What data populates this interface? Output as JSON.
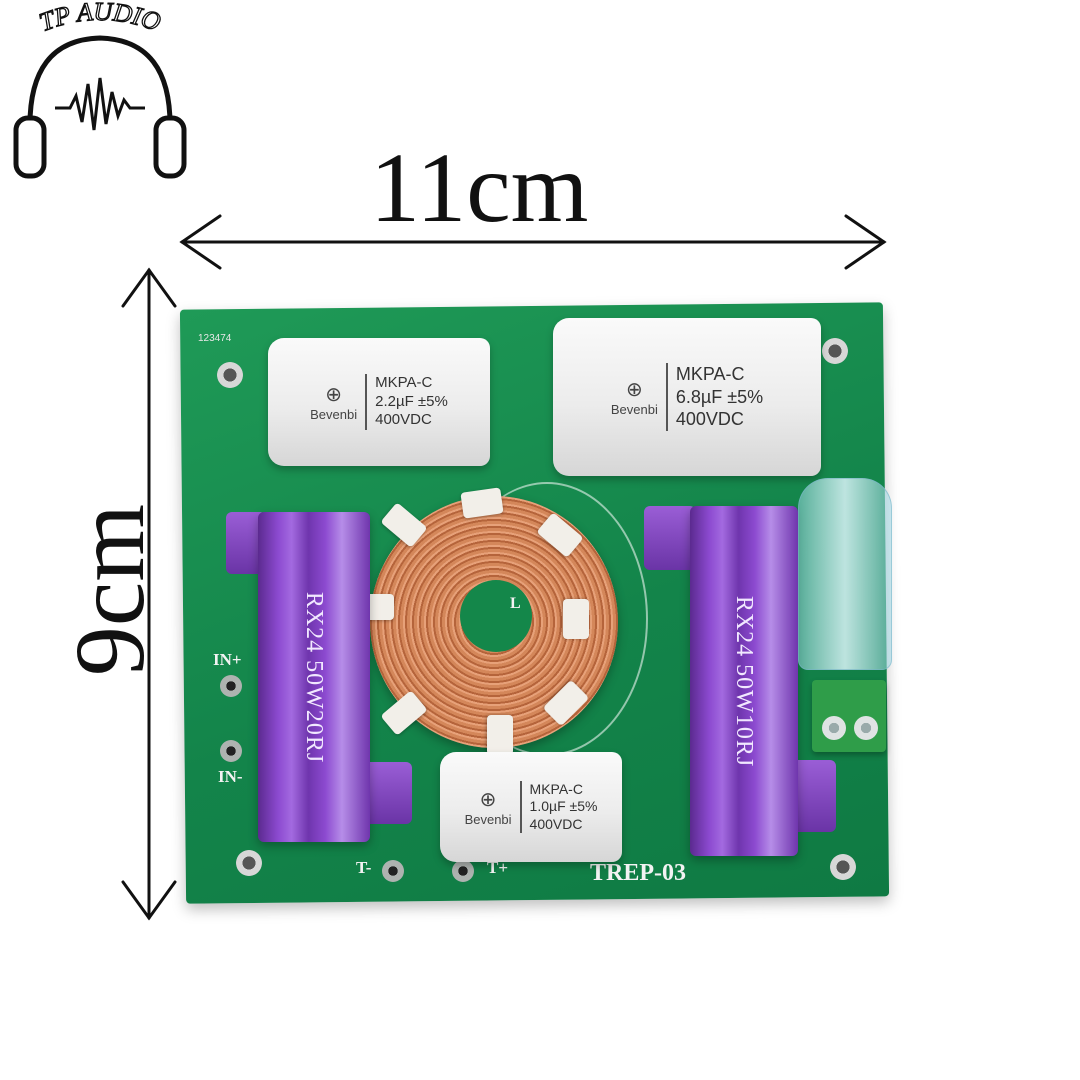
{
  "logo": {
    "text": "TP AUDIO",
    "icon": "headphones-waveform-icon"
  },
  "dimensions": {
    "width_label": "11cm",
    "height_label": "9cm"
  },
  "board": {
    "serial": "123474",
    "model": "TREP-03",
    "inductor_label": "L",
    "terminals": {
      "in_plus": "IN+",
      "in_minus": "IN-",
      "t_minus": "T-",
      "t_plus": "T+"
    },
    "capacitors": [
      {
        "brand": "Bevenbi",
        "type": "MKPA-C",
        "value": "2.2µF ±5%",
        "voltage": "400VDC"
      },
      {
        "brand": "Bevenbi",
        "type": "MKPA-C",
        "value": "6.8µF ±5%",
        "voltage": "400VDC"
      },
      {
        "brand": "Bevenbi",
        "type": "MKPA-C",
        "value": "1.0µF ±5%",
        "voltage": "400VDC"
      }
    ],
    "resistors": [
      {
        "label": "RX24  50W20RJ"
      },
      {
        "label": "RX24  50W10RJ"
      }
    ]
  },
  "colors": {
    "pcb": "#13844a",
    "resistor": "#8c4ad0",
    "coil": "#c97548"
  }
}
